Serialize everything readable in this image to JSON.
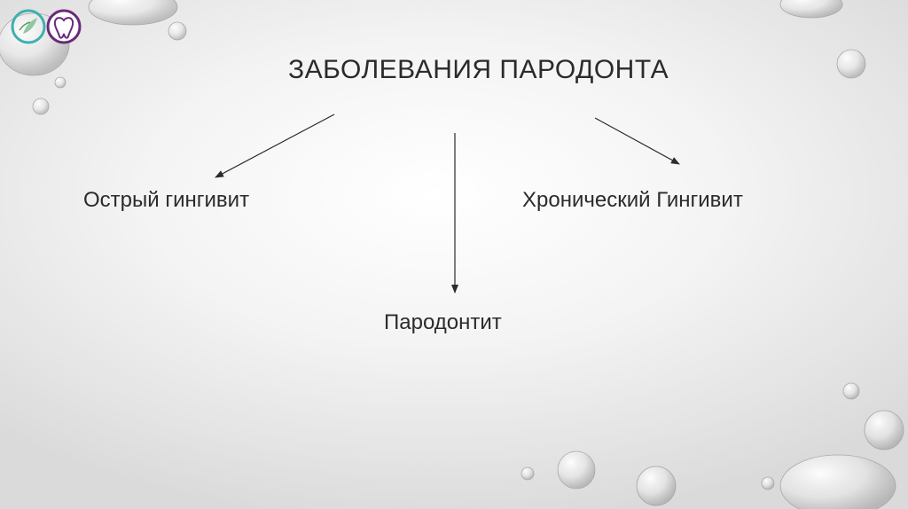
{
  "title": "ЗАБОЛЕВАНИЯ ПАРОДОНТА",
  "nodes": {
    "left": "Острый гингивит",
    "right": "Хронический Гингивит",
    "bottom": "Пародонтит"
  },
  "logo": {
    "icon_left": "leaf-logo-icon",
    "icon_right": "tooth-logo-icon"
  },
  "colors": {
    "text": "#2b2b2b",
    "logo_teal": "#3fb0b0",
    "logo_purple": "#6a2a7a"
  }
}
